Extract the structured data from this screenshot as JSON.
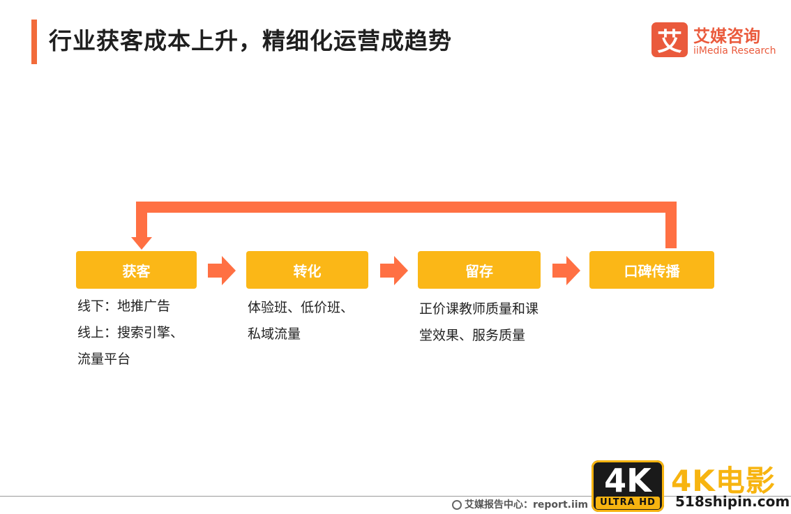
{
  "title": "行业获客成本上升，精细化运营成趋势",
  "logo": {
    "mark": "艾",
    "name_cn": "艾媒咨询",
    "name_en": "iiMedia Research"
  },
  "colors": {
    "accent": "#f26b3a",
    "stage_fill": "#fbb717",
    "arrow": "#ff7043",
    "logo": "#ea5a3c"
  },
  "stages": [
    {
      "label": "获客",
      "description": "线下：地推广告\n线上：搜索引擎、\n流量平台"
    },
    {
      "label": "转化",
      "description": "体验班、低价班、\n私域流量"
    },
    {
      "label": "留存",
      "description": "正价课教师质量和课\n堂效果、服务质量"
    },
    {
      "label": "口碑传播",
      "description": ""
    }
  ],
  "footer": {
    "text": "艾媒报告中心：report.iim",
    "icon": "globe-icon"
  },
  "watermark": {
    "badge_main": "4K",
    "badge_sub": "ULTRA HD",
    "title": "4K电影",
    "site": "518shipin.com"
  }
}
